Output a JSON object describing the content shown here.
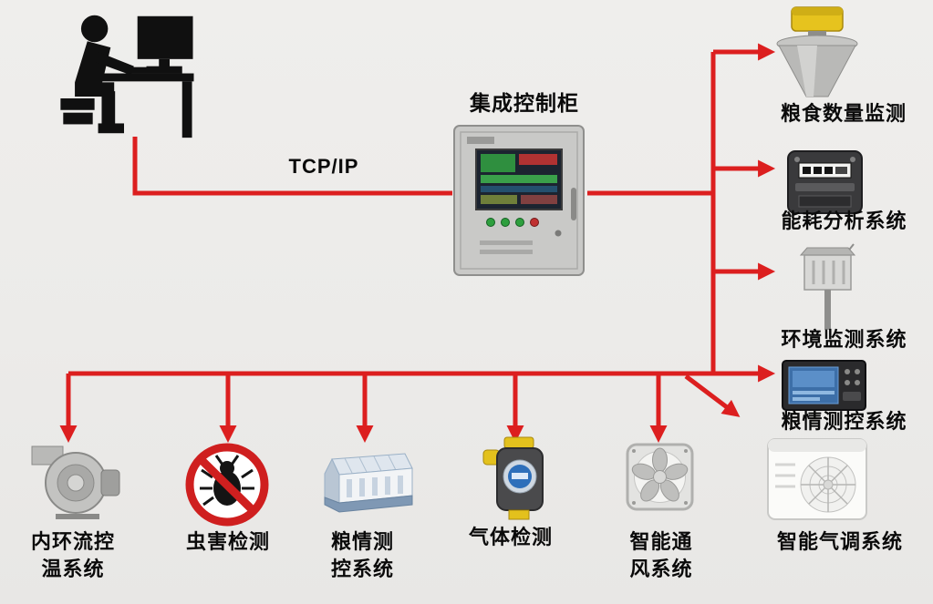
{
  "diagram": {
    "background_color": "#ecebe9",
    "connector_color": "#dc1f1f",
    "link_label": "TCP/IP",
    "hub": {
      "label": "集成控制柜",
      "icon": "control-cabinet-icon"
    },
    "workstation": {
      "icon": "person-at-computer-icon"
    },
    "right_nodes": [
      {
        "id": "grain-quantity-monitoring",
        "label": "粮食数量监测",
        "icon": "radar-level-sensor-icon"
      },
      {
        "id": "energy-analysis-system",
        "label": "能耗分析系统",
        "icon": "energy-meter-icon"
      },
      {
        "id": "environment-monitoring",
        "label": "环境监测系统",
        "icon": "weather-sensor-icon"
      },
      {
        "id": "grain-condition-system",
        "label": "粮情测控系统",
        "icon": "monitoring-panel-icon"
      }
    ],
    "bottom_nodes": [
      {
        "id": "inner-circulation-temp",
        "line1": "内环流控",
        "line2": "温系统",
        "icon": "blower-fan-icon"
      },
      {
        "id": "pest-detection",
        "line1": "虫害检测",
        "line2": "",
        "icon": "no-insect-sign-icon"
      },
      {
        "id": "grain-monitoring",
        "line1": "粮情测",
        "line2": "控系统",
        "icon": "grain-tray-icon"
      },
      {
        "id": "gas-detection",
        "line1": "气体检测",
        "line2": "",
        "icon": "gas-detector-icon"
      },
      {
        "id": "smart-ventilation",
        "line1": "智能通",
        "line2": "风系统",
        "icon": "ventilation-fan-icon"
      },
      {
        "id": "smart-atmosphere",
        "line1": "智能气调系统",
        "line2": "",
        "icon": "air-conditioner-icon"
      }
    ]
  }
}
